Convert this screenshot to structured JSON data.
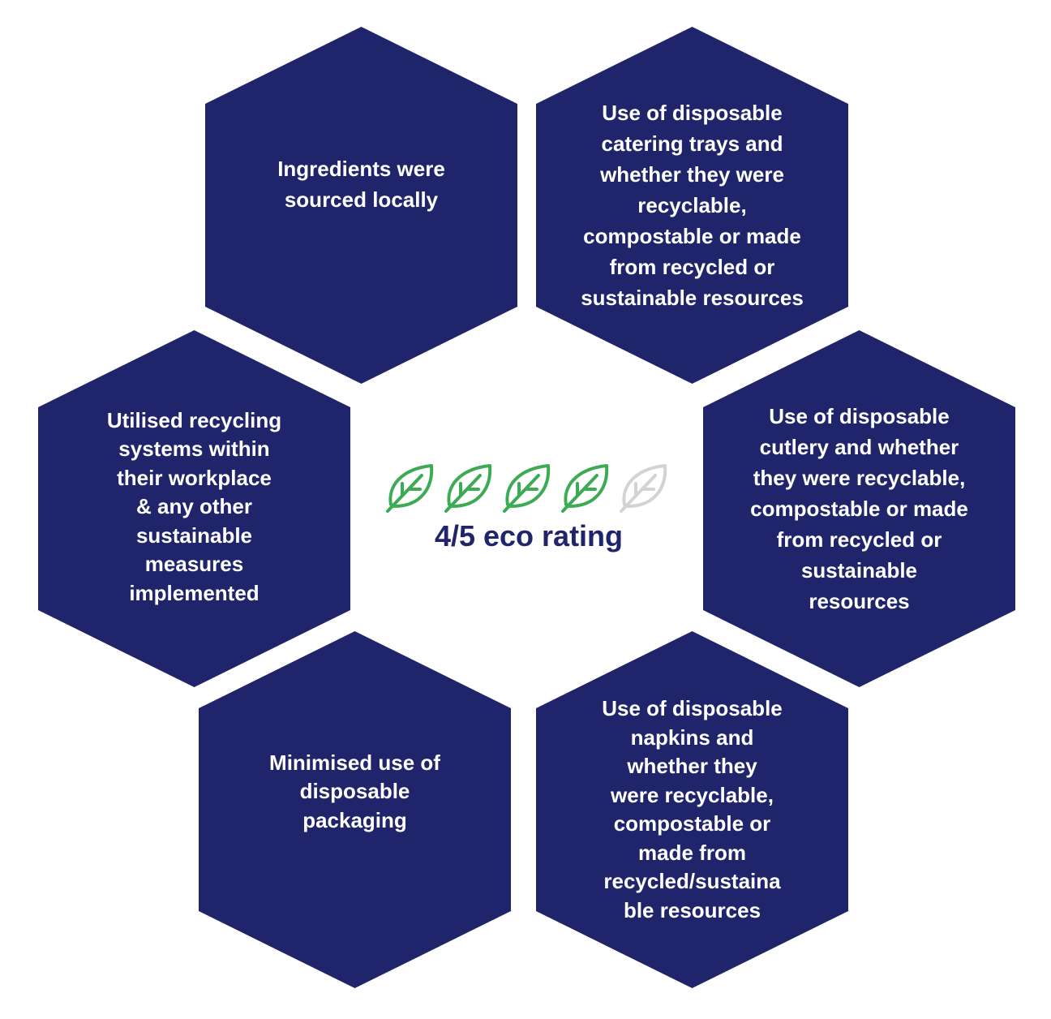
{
  "colors": {
    "hexagon_fill": "#1f246b",
    "hexagon_text": "#ffffff",
    "leaf_active": "#3cab54",
    "leaf_inactive": "#d3d3d3",
    "rating_text": "#1f246b"
  },
  "rating": {
    "score": 4,
    "max": 5,
    "icon": "leaf-icon",
    "label": "4/5 eco rating"
  },
  "hexagons": {
    "top_left": "Ingredients were\nsourced locally",
    "top_right": "Use of disposable\ncatering trays and\nwhether they were\nrecyclable,\ncompostable or made\nfrom recycled or\nsustainable resources",
    "mid_left": "Utilised recycling\nsystems within\ntheir workplace\n&  any other\nsustainable\nmeasures\nimplemented",
    "mid_right": "Use of disposable\ncutlery and whether\nthey were recyclable,\ncompostable or made\nfrom recycled or\nsustainable\nresources",
    "bottom_left": "Minimised use of\ndisposable\npackaging",
    "bottom_right": "Use of disposable\nnapkins and\nwhether they\nwere recyclable,\ncompostable or\nmade from\nrecycled/sustaina\nble resources"
  }
}
